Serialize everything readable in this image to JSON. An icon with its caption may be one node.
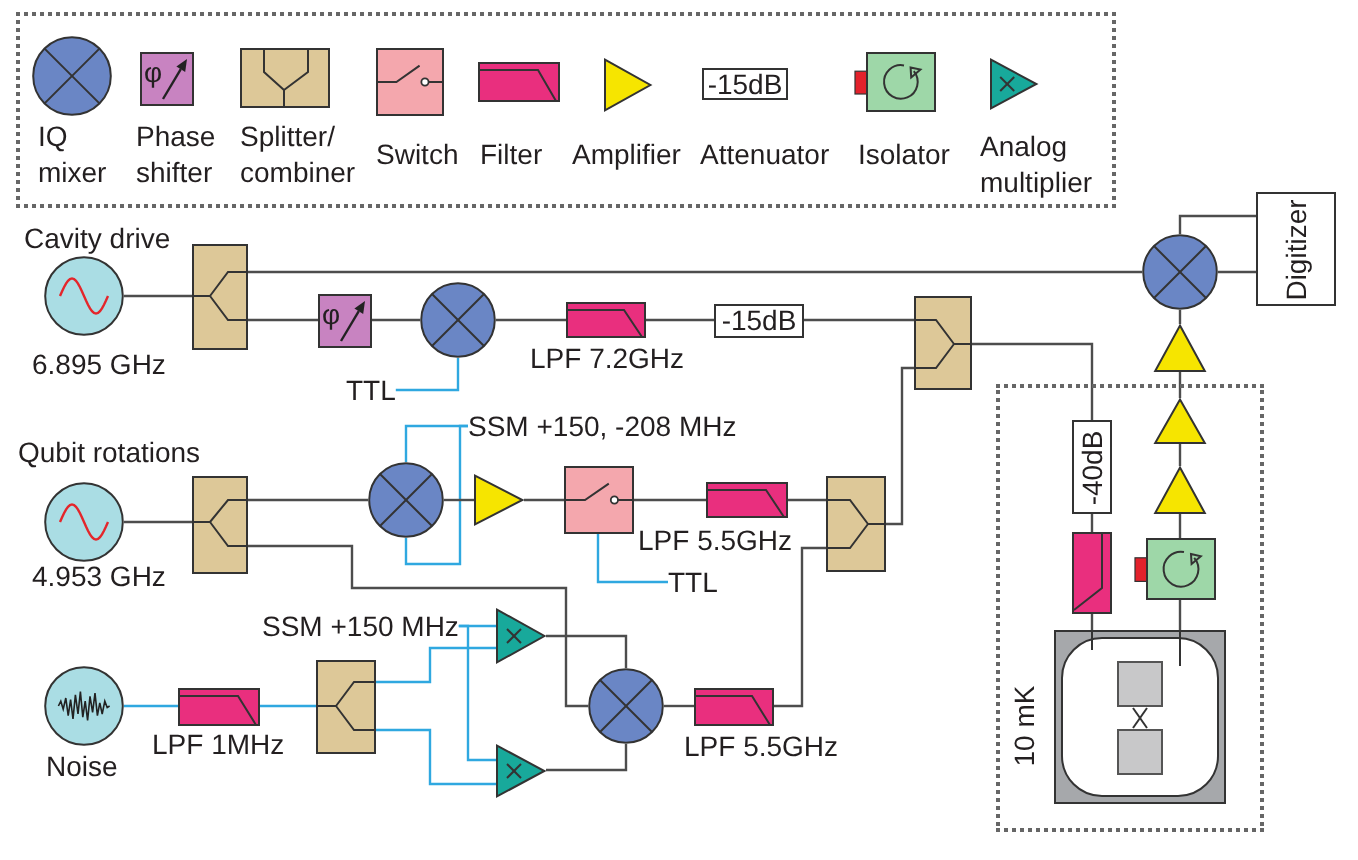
{
  "diagram": {
    "nodes": [
      {
        "text": [],
        "shape": "circle",
        "beside": [
          "Cavity drive",
          "6.895 GHz"
        ]
      },
      {
        "text": [],
        "shape": "box"
      },
      {
        "text": [
          "φ"
        ]
      },
      {
        "text": [],
        "shape": "circle"
      },
      {
        "text": [
          "TTL"
        ]
      },
      {
        "text": [],
        "shape": "box",
        "beside": [
          "LPF 7.2GHz"
        ]
      },
      {
        "text": [
          "-15dB"
        ]
      },
      {
        "text": [],
        "shape": "box"
      },
      {
        "text": [],
        "shape": "circle"
      },
      {
        "text": [
          "Digitizer"
        ]
      },
      {
        "text": [],
        "shape": "circle",
        "beside": [
          "Qubit rotations",
          "4.953 GHz"
        ]
      },
      {
        "text": [],
        "shape": "box"
      },
      {
        "text": [
          "SSM +150, -208 MHz"
        ]
      },
      {
        "text": [],
        "shape": "circle"
      },
      {
        "text": [],
        "shape": "triangle"
      },
      {
        "text": [],
        "shape": "box"
      },
      {
        "text": [
          "TTL"
        ]
      },
      {
        "text": [],
        "shape": "box",
        "beside": [
          "LPF 5.5GHz"
        ]
      },
      {
        "text": [],
        "shape": "box"
      },
      {
        "text": [
          "SSM +150 MHz"
        ]
      },
      {
        "text": [],
        "shape": "triangle"
      },
      {
        "text": [],
        "shape": "circle",
        "beside": [
          "Noise"
        ]
      },
      {
        "text": [],
        "shape": "box",
        "beside": [
          "LPF 1MHz"
        ]
      },
      {
        "text": [],
        "shape": "box"
      },
      {
        "text": [],
        "shape": "triangle"
      },
      {
        "text": [],
        "shape": "circle"
      },
      {
        "text": [],
        "shape": "box",
        "beside": [
          "LPF 5.5GHz"
        ]
      },
      {
        "text": [],
        "shape": "triangle"
      },
      {
        "text": [
          "10 mK"
        ]
      },
      {
        "text": [
          "-40dB"
        ],
        "in": 28
      },
      {
        "text": [],
        "shape": "triangle",
        "in": 28
      },
      {
        "text": [],
        "shape": "triangle",
        "in": 28
      },
      {
        "text": [],
        "shape": "box",
        "in": 28
      },
      {
        "text": [],
        "shape": "box",
        "in": 28
      },
      {
        "text": [],
        "shape": "box",
        "in": 28
      },
      {
        "text": [
          "φ"
        ]
      },
      {
        "text": [
          "-15dB"
        ]
      }
    ],
    "edges": [
      {
        "from": 0,
        "to": 1,
        "arrow": "none"
      },
      {
        "from": 1,
        "to": 8,
        "arrow": "none"
      },
      {
        "from": 1,
        "to": 2,
        "arrow": "none"
      },
      {
        "from": 2,
        "to": 3,
        "arrow": "none"
      },
      {
        "from": 4,
        "to": 3,
        "arrow": "none",
        "color": "#2fa8e0"
      },
      {
        "from": 3,
        "to": 5,
        "arrow": "none"
      },
      {
        "from": 5,
        "to": 6,
        "arrow": "none"
      },
      {
        "from": 6,
        "to": 7,
        "arrow": "none"
      },
      {
        "from": 7,
        "to": 29,
        "arrow": "none"
      },
      {
        "from": 8,
        "to": 9,
        "arrow": "none"
      },
      {
        "from": 8,
        "to": 9,
        "arrow": "none"
      },
      {
        "from": 10,
        "to": 11,
        "arrow": "none"
      },
      {
        "from": 11,
        "to": 13,
        "arrow": "none"
      },
      {
        "from": 12,
        "to": 13,
        "arrow": "none",
        "color": "#2fa8e0"
      },
      {
        "from": 12,
        "to": 13,
        "arrow": "none",
        "color": "#2fa8e0"
      },
      {
        "from": 13,
        "to": 14,
        "arrow": "none"
      },
      {
        "from": 14,
        "to": 15,
        "arrow": "none"
      },
      {
        "from": 16,
        "to": 15,
        "arrow": "none",
        "color": "#2fa8e0"
      },
      {
        "from": 15,
        "to": 17,
        "arrow": "none"
      },
      {
        "from": 17,
        "to": 18,
        "arrow": "none"
      },
      {
        "from": 18,
        "to": 7,
        "arrow": "none"
      },
      {
        "from": 11,
        "to": 25,
        "arrow": "none"
      },
      {
        "from": 19,
        "to": 20,
        "arrow": "none",
        "color": "#2fa8e0"
      },
      {
        "from": 19,
        "to": 24,
        "arrow": "none",
        "color": "#2fa8e0"
      },
      {
        "from": 21,
        "to": 22,
        "arrow": "none",
        "color": "#2fa8e0"
      },
      {
        "from": 22,
        "to": 23,
        "arrow": "none",
        "color": "#2fa8e0"
      },
      {
        "from": 23,
        "to": 20,
        "arrow": "none",
        "color": "#2fa8e0"
      },
      {
        "from": 23,
        "to": 24,
        "arrow": "none",
        "color": "#2fa8e0"
      },
      {
        "from": 20,
        "to": 25,
        "arrow": "none"
      },
      {
        "from": 24,
        "to": 25,
        "arrow": "none"
      },
      {
        "from": 25,
        "to": 26,
        "arrow": "none"
      },
      {
        "from": 26,
        "to": 18,
        "arrow": "none"
      },
      {
        "from": 29,
        "to": 32,
        "arrow": "none"
      },
      {
        "from": 32,
        "to": 34,
        "arrow": "none"
      },
      {
        "from": 34,
        "to": 33,
        "arrow": "none"
      },
      {
        "from": 33,
        "to": 31,
        "arrow": "none"
      },
      {
        "from": 31,
        "to": 30,
        "arrow": "none"
      },
      {
        "from": 30,
        "to": 27,
        "arrow": "none"
      },
      {
        "from": 27,
        "to": 8,
        "arrow": "none"
      }
    ],
    "legend": [
      {
        "text": "IQ mixer"
      },
      {
        "text": "Phase shifter"
      },
      {
        "text": "Splitter/ combiner"
      },
      {
        "text": "Switch"
      },
      {
        "text": "Filter"
      },
      {
        "text": "Amplifier"
      },
      {
        "text": "Attenuator"
      },
      {
        "text": "Isolator"
      },
      {
        "text": "Analog multiplier"
      }
    ]
  }
}
